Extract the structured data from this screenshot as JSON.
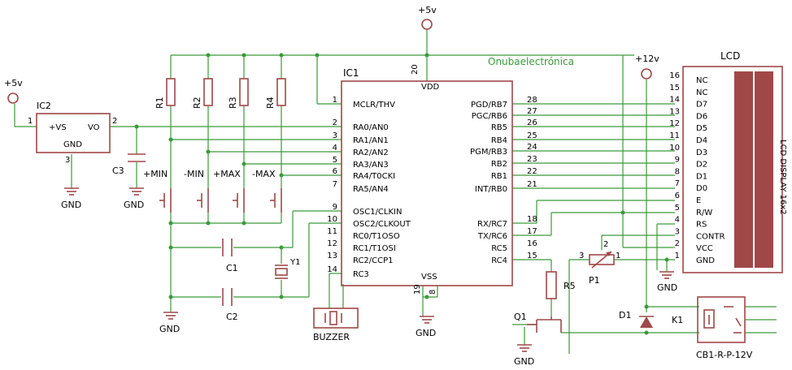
{
  "colors": {
    "wire": "#3a9a3a",
    "part": "#a04848",
    "text": "#000000",
    "accent_text": "#3a9a3a"
  },
  "title_text": "Onubaelectrónica",
  "supplies": {
    "p5v": "+5v",
    "p12v": "+12v",
    "gnd": "GND"
  },
  "ic1": {
    "name": "IC1",
    "vdd": "VDD",
    "vss": "VSS",
    "left_pins": [
      {
        "num": "1",
        "name": "MCLR/THV"
      },
      {
        "num": "2",
        "name": "RA0/AN0"
      },
      {
        "num": "3",
        "name": "RA1/AN1"
      },
      {
        "num": "4",
        "name": "RA2/AN2"
      },
      {
        "num": "5",
        "name": "RA3/AN3"
      },
      {
        "num": "6",
        "name": "RA4/T0CKI"
      },
      {
        "num": "7",
        "name": "RA5/AN4"
      },
      {
        "num": "9",
        "name": "OSC1/CLKIN"
      },
      {
        "num": "10",
        "name": "OSC2/CLKOUT"
      },
      {
        "num": "11",
        "name": "RC0/T1OSO"
      },
      {
        "num": "12",
        "name": "RC1/T1OSI"
      },
      {
        "num": "13",
        "name": "RC2/CCP1"
      },
      {
        "num": "14",
        "name": "RC3"
      }
    ],
    "right_pins": [
      {
        "num": "28",
        "name": "PGD/RB7"
      },
      {
        "num": "27",
        "name": "PGC/RB6"
      },
      {
        "num": "26",
        "name": "RB5"
      },
      {
        "num": "25",
        "name": "RB4"
      },
      {
        "num": "24",
        "name": "PGM/RB3"
      },
      {
        "num": "23",
        "name": "RB2"
      },
      {
        "num": "22",
        "name": "RB1"
      },
      {
        "num": "21",
        "name": "INT/RB0"
      },
      {
        "num": "18",
        "name": "RX/RC7"
      },
      {
        "num": "17",
        "name": "TX/RC6"
      },
      {
        "num": "16",
        "name": "RC5"
      },
      {
        "num": "15",
        "name": "RC4"
      }
    ],
    "top_pin": "20",
    "bottom_pins": [
      "19",
      "8"
    ]
  },
  "ic2": {
    "name": "IC2",
    "in_label": "+VS",
    "out_label": "VO",
    "gnd_label": "GND",
    "pin_in": "1",
    "pin_out": "2",
    "pin_gnd": "3"
  },
  "lcd": {
    "name": "LCD",
    "display_text": "LCD DISPLAY 16x2",
    "pins": [
      {
        "num": "16",
        "name": "NC"
      },
      {
        "num": "15",
        "name": "NC"
      },
      {
        "num": "14",
        "name": "D7"
      },
      {
        "num": "13",
        "name": "D6"
      },
      {
        "num": "12",
        "name": "D5"
      },
      {
        "num": "11",
        "name": "D4"
      },
      {
        "num": "10",
        "name": "D3"
      },
      {
        "num": "9",
        "name": "D2"
      },
      {
        "num": "8",
        "name": "D1"
      },
      {
        "num": "7",
        "name": "D0"
      },
      {
        "num": "6",
        "name": "E"
      },
      {
        "num": "5",
        "name": "R/W"
      },
      {
        "num": "4",
        "name": "RS"
      },
      {
        "num": "3",
        "name": "CONTR"
      },
      {
        "num": "2",
        "name": "VCC"
      },
      {
        "num": "1",
        "name": "GND"
      }
    ]
  },
  "resistors": {
    "r1": "R1",
    "r2": "R2",
    "r3": "R3",
    "r4": "R4",
    "r5": "R5"
  },
  "buttons": {
    "b1": "+MIN",
    "b2": "-MIN",
    "b3": "+MAX",
    "b4": "-MAX"
  },
  "caps": {
    "c1": "C1",
    "c2": "C2",
    "c3": "C3"
  },
  "crystal": "Y1",
  "buzzer": "BUZZER",
  "transistor": "Q1",
  "diode": "D1",
  "relay": {
    "name": "K1",
    "part": "CB1-R-P-12V"
  },
  "pot": {
    "name": "P1",
    "pin1": "1",
    "pin2": "2",
    "pin3": "3"
  }
}
